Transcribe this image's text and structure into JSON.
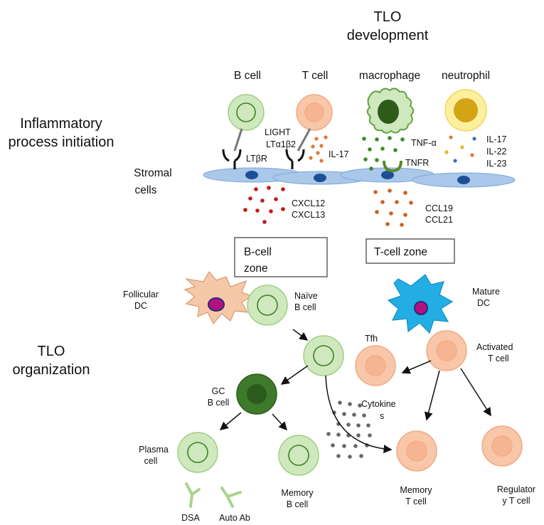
{
  "title": {
    "line1": "TLO",
    "line2": "development"
  },
  "sections": {
    "initiation": {
      "line1": "Inflammatory",
      "line2": "process initiation"
    },
    "organization": {
      "line1": "TLO",
      "line2": "organization"
    }
  },
  "cells_top": {
    "b_cell": "B cell",
    "t_cell": "T cell",
    "macrophage": "macrophage",
    "neutrophil": "neutrophil"
  },
  "stromal": {
    "line1": "Stromal",
    "line2": "cells"
  },
  "molecules": {
    "light": "LIGHT",
    "lta1b2": "LTα1β2",
    "ltbr": "LTβR",
    "il17_t": "IL-17",
    "tnfa": "TNF-α",
    "tnfr": "TNFR",
    "il17_n": "IL-17",
    "il22": "IL-22",
    "il23": "IL-23",
    "cxcl12": "CXCL12",
    "cxcl13": "CXCL13",
    "ccl19": "CCL19",
    "ccl21": "CCL21"
  },
  "zones": {
    "b_zone_line1": "B-cell",
    "b_zone_line2": "zone",
    "t_zone": "T-cell zone"
  },
  "organization_labels": {
    "follicular_dc_1": "Follicular",
    "follicular_dc_2": "DC",
    "naive_b_1": "Naïve",
    "naive_b_2": "B cell",
    "mature_dc_1": "Mature",
    "mature_dc_2": "DC",
    "tfh": "Tfh",
    "activated_t_1": "Activated",
    "activated_t_2": "T cell",
    "gc_b_1": "GC",
    "gc_b_2": "B cell",
    "cytokines_1": "Cytokine",
    "cytokines_2": "s",
    "plasma_1": "Plasma",
    "plasma_2": "cell",
    "memory_b_1": "Memory",
    "memory_b_2": "B cell",
    "memory_t_1": "Memory",
    "memory_t_2": "T cell",
    "regulatory_t_1": "Regulator",
    "regulatory_t_2": "y T cell",
    "dsa": "DSA",
    "auto_ab": "Auto Ab"
  },
  "colors": {
    "b_cell_fill": "#cfe8bd",
    "b_cell_ring": "#7fbf63",
    "t_cell_fill": "#f8c6a8",
    "macrophage": "#63a045",
    "macrophage_dark": "#2e5a1a",
    "neutrophil_outer": "#fcef9e",
    "neutrophil_inner": "#d3a415",
    "stromal": "#a9c8ea",
    "nucleus": "#1f4e97",
    "dot_red": "#c3181c",
    "dot_orange": "#d0601e",
    "dot_green": "#3d8a2a",
    "follicular_dc": "#f5c8a8",
    "mature_dc": "#22aee4",
    "dc_nucleus": "#b1127f",
    "gc_b": "#3e7a2b",
    "antibody": "#a9d48c"
  }
}
